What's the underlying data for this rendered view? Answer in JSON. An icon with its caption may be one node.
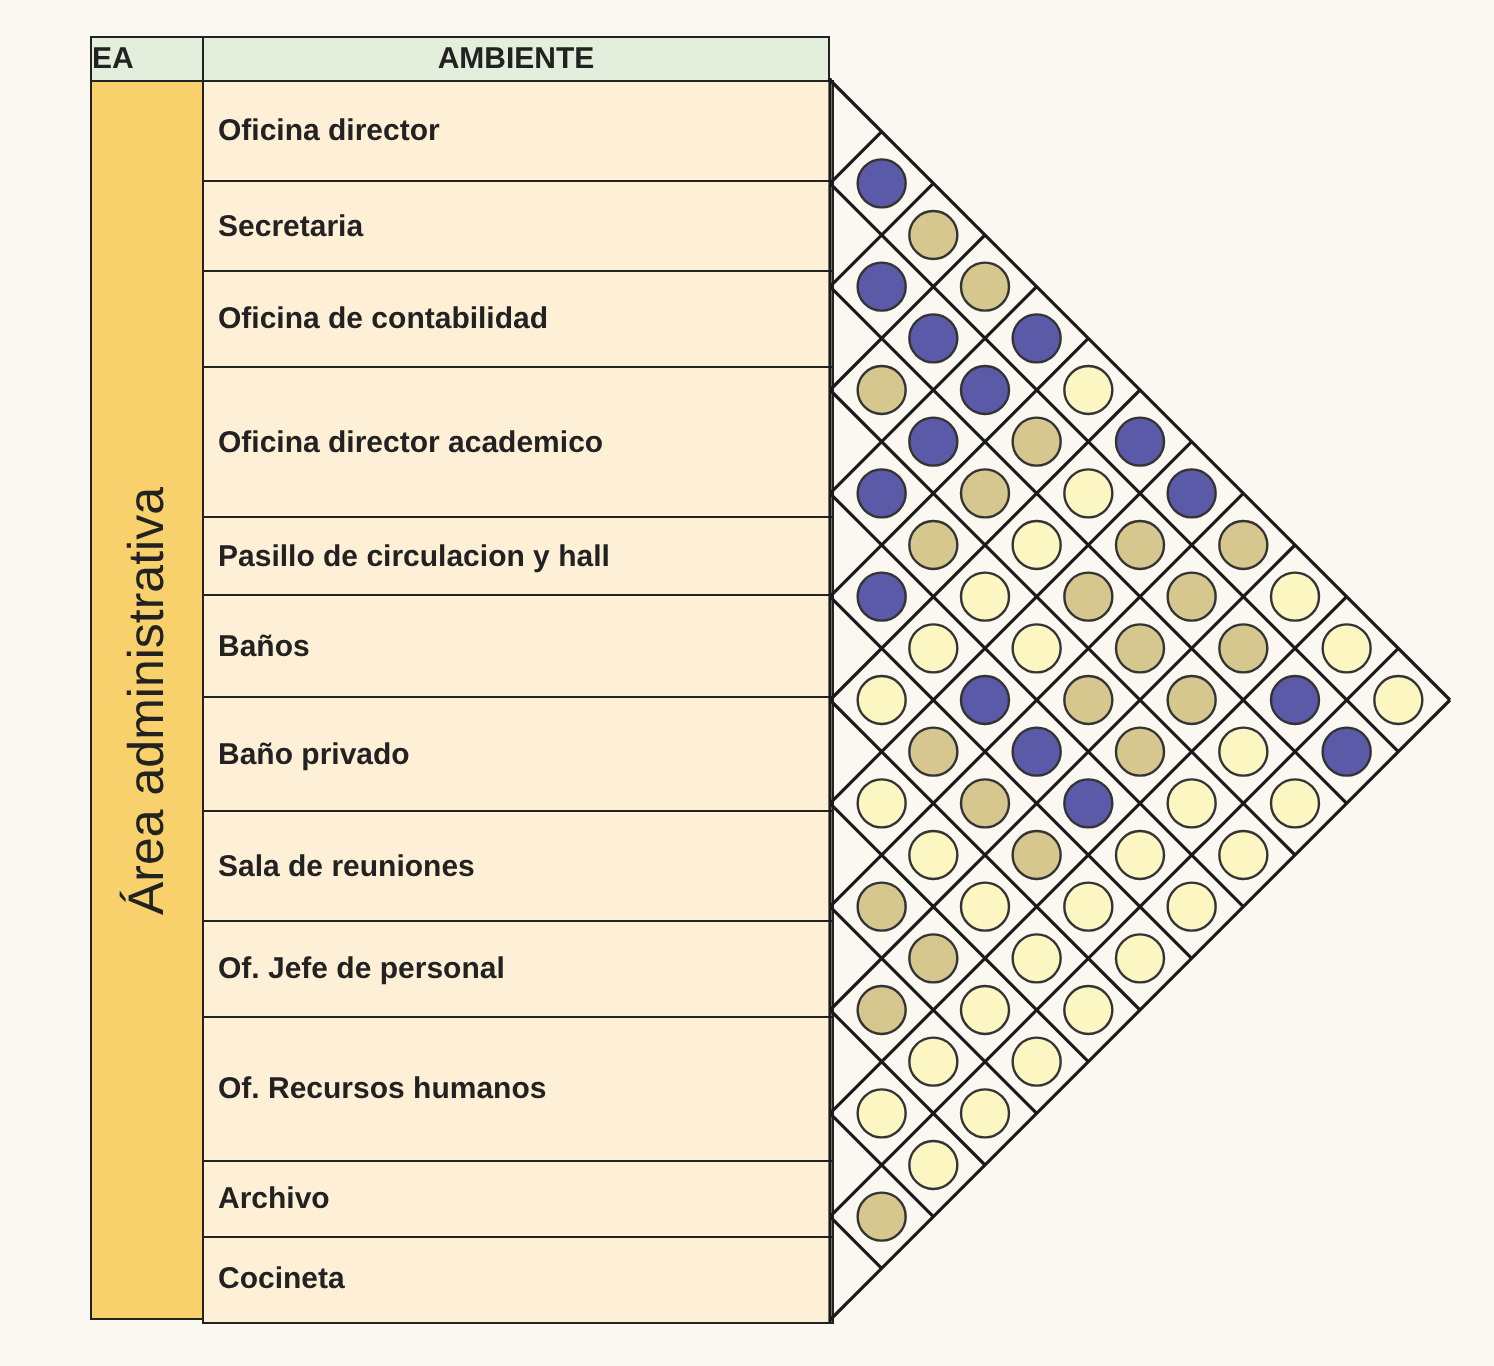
{
  "diagram": {
    "labels": [
      "EA",
      "AMBIENTE",
      "Área administrativa",
      "Oficina director",
      "Secretaria",
      "Oficina de contabilidad",
      "Oficina director academico",
      "Pasillo de circulacion y hall",
      "Baños",
      "Baño privado",
      "Sala de reuniones",
      "Of. Jefe de personal",
      "Of. Recursos humanos",
      "Archivo",
      "Cocineta"
    ]
  }
}
